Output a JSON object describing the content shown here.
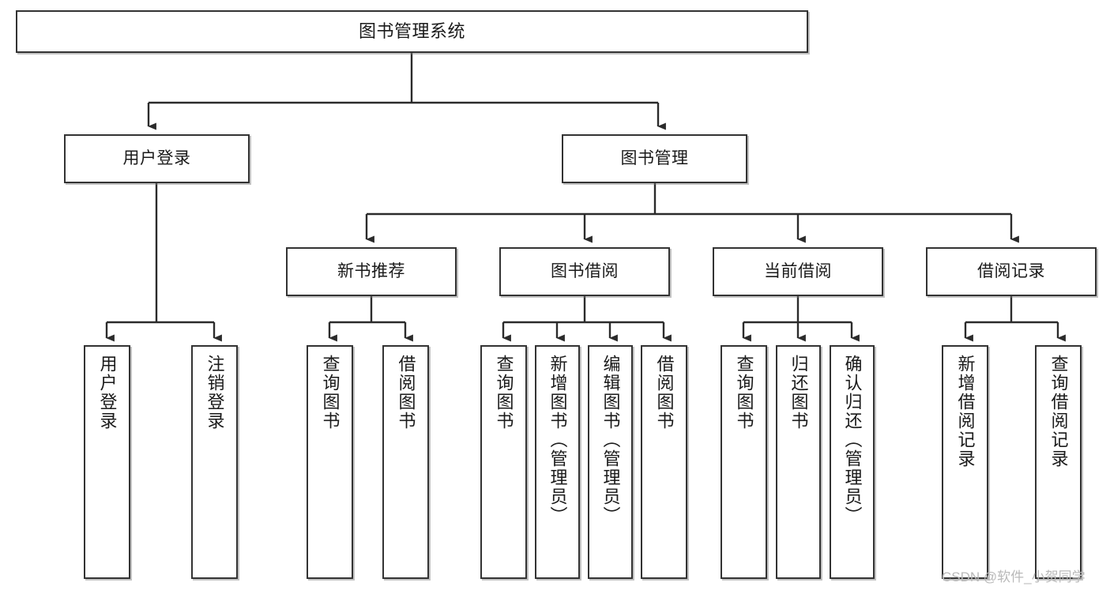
{
  "diagram": {
    "type": "tree",
    "title": "图书管理系统",
    "orientation": "top-down",
    "colors": {
      "box_border": "#333333",
      "box_fill": "#ffffff",
      "edge": "#2b2b2b",
      "text": "#1a1a1a",
      "watermark": "#b9b9b9",
      "background": "#ffffff"
    },
    "nodes": {
      "root": {
        "label": "图书管理系统"
      },
      "level1": [
        {
          "id": "user-login",
          "label": "用户登录"
        },
        {
          "id": "book-management",
          "label": "图书管理"
        }
      ],
      "level2": [
        {
          "id": "new-book-recommend",
          "label": "新书推荐"
        },
        {
          "id": "book-borrow",
          "label": "图书借阅"
        },
        {
          "id": "current-borrow",
          "label": "当前借阅"
        },
        {
          "id": "borrow-record",
          "label": "借阅记录"
        }
      ],
      "leaves": {
        "user-login": [
          {
            "id": "leaf-user-login",
            "label": "用户登录"
          },
          {
            "id": "leaf-logout",
            "label": "注销登录"
          }
        ],
        "new-book-recommend": [
          {
            "id": "leaf-query-book-1",
            "label": "查询图书"
          },
          {
            "id": "leaf-borrow-book-1",
            "label": "借阅图书"
          }
        ],
        "book-borrow": [
          {
            "id": "leaf-query-book-2",
            "label": "查询图书"
          },
          {
            "id": "leaf-add-book",
            "label": "新增图书（管理员）"
          },
          {
            "id": "leaf-edit-book",
            "label": "编辑图书（管理员）"
          },
          {
            "id": "leaf-borrow-book-2",
            "label": "借阅图书"
          }
        ],
        "current-borrow": [
          {
            "id": "leaf-query-book-3",
            "label": "查询图书"
          },
          {
            "id": "leaf-return-book",
            "label": "归还图书"
          },
          {
            "id": "leaf-confirm-return",
            "label": "确认归还（管理员）"
          }
        ],
        "borrow-record": [
          {
            "id": "leaf-add-record",
            "label": "新增借阅记录"
          },
          {
            "id": "leaf-query-record",
            "label": "查询借阅记录"
          }
        ]
      }
    },
    "watermark": "CSDN @软件_小贺同学"
  }
}
